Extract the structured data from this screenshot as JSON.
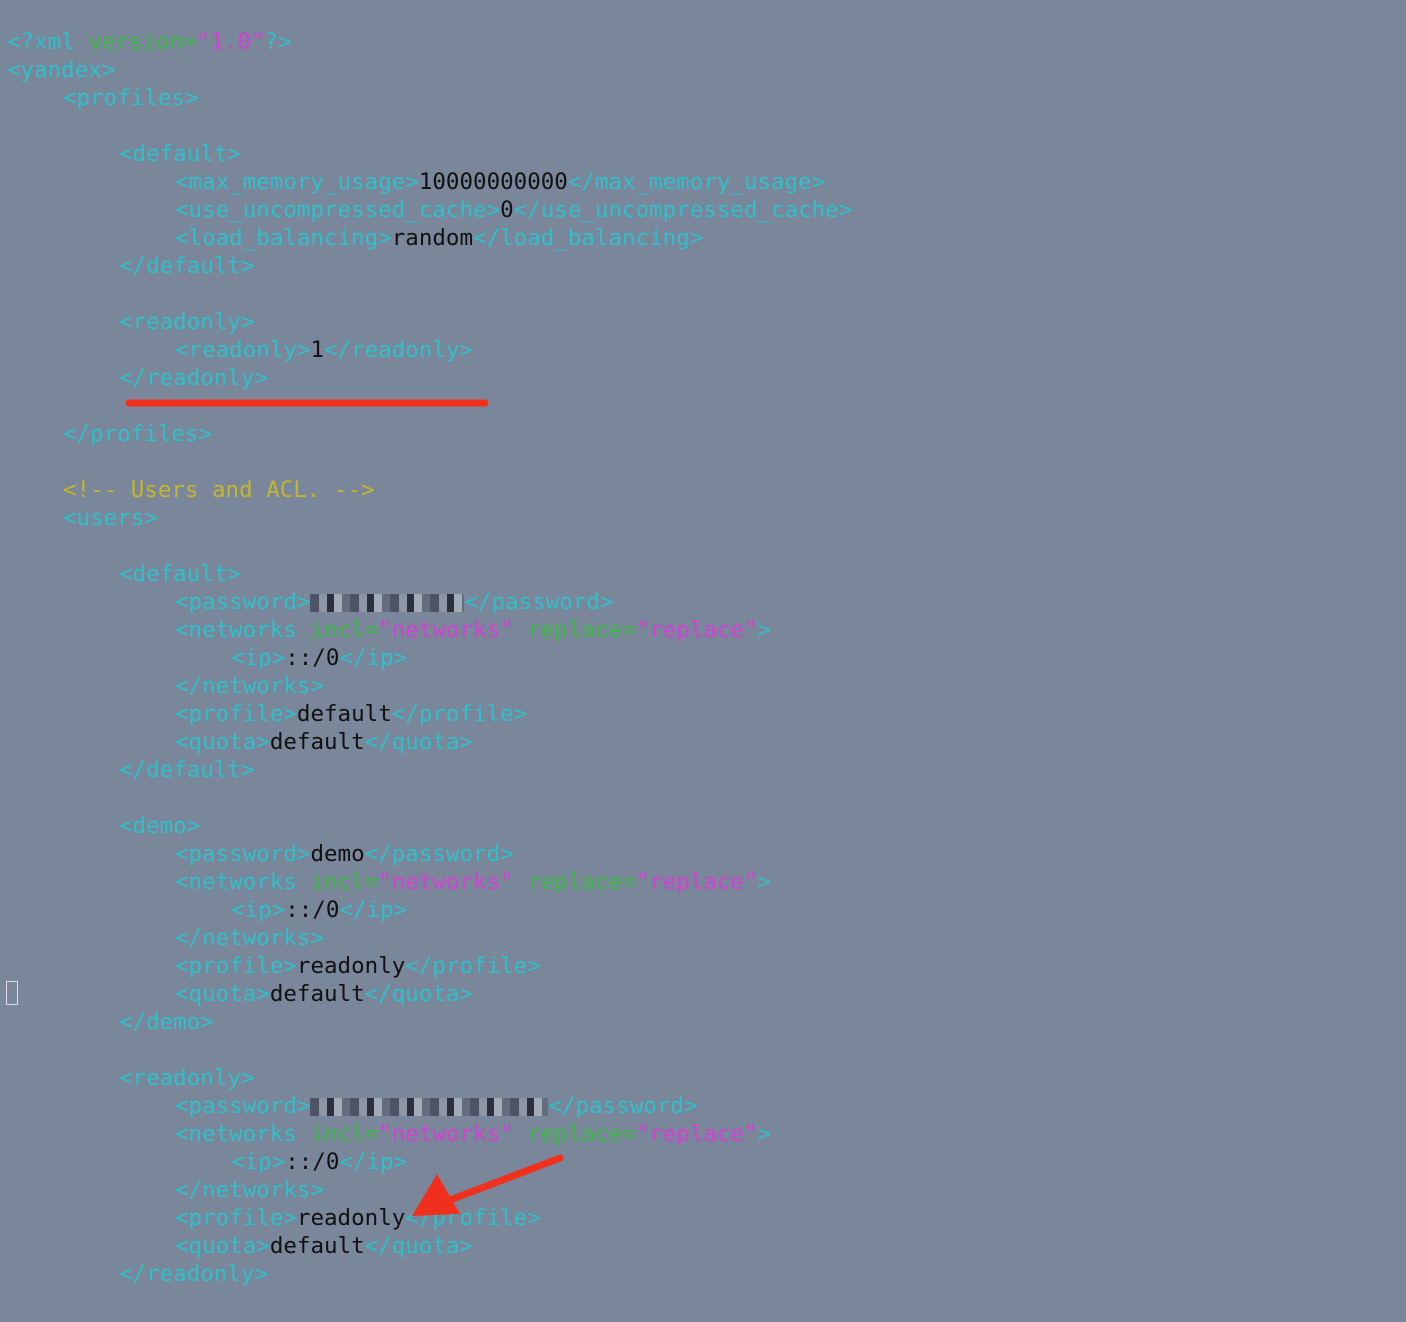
{
  "editor": {
    "lines": [
      {
        "indent": 0,
        "tokens": [
          {
            "k": "tag",
            "t": "<?xml "
          },
          {
            "k": "attr",
            "t": "version="
          },
          {
            "k": "val",
            "t": "\"1.0\""
          },
          {
            "k": "tag",
            "t": "?>"
          }
        ]
      },
      {
        "indent": 0,
        "tokens": [
          {
            "k": "tag",
            "t": "<yandex>"
          }
        ]
      },
      {
        "indent": 4,
        "tokens": [
          {
            "k": "tag",
            "t": "<profiles>"
          }
        ]
      },
      {
        "indent": 0,
        "tokens": []
      },
      {
        "indent": 8,
        "tokens": [
          {
            "k": "tag",
            "t": "<default>"
          }
        ]
      },
      {
        "indent": 12,
        "tokens": [
          {
            "k": "tag",
            "t": "<max_memory_usage>"
          },
          {
            "k": "txt",
            "t": "10000000000"
          },
          {
            "k": "tag",
            "t": "</max_memory_usage>"
          }
        ]
      },
      {
        "indent": 12,
        "tokens": [
          {
            "k": "tag",
            "t": "<use_uncompressed_cache>"
          },
          {
            "k": "txt",
            "t": "0"
          },
          {
            "k": "tag",
            "t": "</use_uncompressed_cache>"
          }
        ]
      },
      {
        "indent": 12,
        "tokens": [
          {
            "k": "tag",
            "t": "<load_balancing>"
          },
          {
            "k": "txt",
            "t": "random"
          },
          {
            "k": "tag",
            "t": "</load_balancing>"
          }
        ]
      },
      {
        "indent": 8,
        "tokens": [
          {
            "k": "tag",
            "t": "</default>"
          }
        ]
      },
      {
        "indent": 0,
        "tokens": []
      },
      {
        "indent": 8,
        "tokens": [
          {
            "k": "tag",
            "t": "<readonly>"
          }
        ]
      },
      {
        "indent": 12,
        "tokens": [
          {
            "k": "tag",
            "t": "<readonly>"
          },
          {
            "k": "txt",
            "t": "1"
          },
          {
            "k": "tag",
            "t": "</readonly>"
          }
        ]
      },
      {
        "indent": 8,
        "tokens": [
          {
            "k": "tag",
            "t": "</readonly>"
          }
        ]
      },
      {
        "indent": 0,
        "tokens": []
      },
      {
        "indent": 4,
        "tokens": [
          {
            "k": "tag",
            "t": "</profiles>"
          }
        ]
      },
      {
        "indent": 0,
        "tokens": []
      },
      {
        "indent": 4,
        "tokens": [
          {
            "k": "cmt",
            "t": "<!-- Users and ACL. -->"
          }
        ]
      },
      {
        "indent": 4,
        "tokens": [
          {
            "k": "tag",
            "t": "<users>"
          }
        ]
      },
      {
        "indent": 0,
        "tokens": []
      },
      {
        "indent": 8,
        "tokens": [
          {
            "k": "tag",
            "t": "<default>"
          }
        ]
      },
      {
        "indent": 12,
        "tokens": [
          {
            "k": "tag",
            "t": "<password>"
          },
          {
            "k": "redacted",
            "n": 11
          },
          {
            "k": "tag",
            "t": "</password>"
          }
        ]
      },
      {
        "indent": 12,
        "tokens": [
          {
            "k": "tag",
            "t": "<networks "
          },
          {
            "k": "attr",
            "t": "incl="
          },
          {
            "k": "val",
            "t": "\"networks\""
          },
          {
            "k": "tag",
            "t": " "
          },
          {
            "k": "attr",
            "t": "replace="
          },
          {
            "k": "val",
            "t": "\"replace\""
          },
          {
            "k": "tag",
            "t": ">"
          }
        ]
      },
      {
        "indent": 16,
        "tokens": [
          {
            "k": "tag",
            "t": "<ip>"
          },
          {
            "k": "txt",
            "t": "::/0"
          },
          {
            "k": "tag",
            "t": "</ip>"
          }
        ]
      },
      {
        "indent": 12,
        "tokens": [
          {
            "k": "tag",
            "t": "</networks>"
          }
        ]
      },
      {
        "indent": 12,
        "tokens": [
          {
            "k": "tag",
            "t": "<profile>"
          },
          {
            "k": "txt",
            "t": "default"
          },
          {
            "k": "tag",
            "t": "</profile>"
          }
        ]
      },
      {
        "indent": 12,
        "tokens": [
          {
            "k": "tag",
            "t": "<quota>"
          },
          {
            "k": "txt",
            "t": "default"
          },
          {
            "k": "tag",
            "t": "</quota>"
          }
        ]
      },
      {
        "indent": 8,
        "tokens": [
          {
            "k": "tag",
            "t": "</default>"
          }
        ]
      },
      {
        "indent": 0,
        "tokens": []
      },
      {
        "indent": 8,
        "tokens": [
          {
            "k": "tag",
            "t": "<demo>"
          }
        ]
      },
      {
        "indent": 12,
        "tokens": [
          {
            "k": "tag",
            "t": "<password>"
          },
          {
            "k": "txt",
            "t": "demo"
          },
          {
            "k": "tag",
            "t": "</password>"
          }
        ]
      },
      {
        "indent": 12,
        "tokens": [
          {
            "k": "tag",
            "t": "<networks "
          },
          {
            "k": "attr",
            "t": "incl="
          },
          {
            "k": "val",
            "t": "\"networks\""
          },
          {
            "k": "tag",
            "t": " "
          },
          {
            "k": "attr",
            "t": "replace="
          },
          {
            "k": "val",
            "t": "\"replace\""
          },
          {
            "k": "tag",
            "t": ">"
          }
        ]
      },
      {
        "indent": 16,
        "tokens": [
          {
            "k": "tag",
            "t": "<ip>"
          },
          {
            "k": "txt",
            "t": "::/0"
          },
          {
            "k": "tag",
            "t": "</ip>"
          }
        ]
      },
      {
        "indent": 12,
        "tokens": [
          {
            "k": "tag",
            "t": "</networks>"
          }
        ]
      },
      {
        "indent": 12,
        "tokens": [
          {
            "k": "tag",
            "t": "<profile>"
          },
          {
            "k": "txt",
            "t": "readonly"
          },
          {
            "k": "tag",
            "t": "</profile>"
          }
        ]
      },
      {
        "indent": 12,
        "tokens": [
          {
            "k": "tag",
            "t": "<quota>"
          },
          {
            "k": "txt",
            "t": "default"
          },
          {
            "k": "tag",
            "t": "</quota>"
          }
        ]
      },
      {
        "indent": 8,
        "tokens": [
          {
            "k": "tag",
            "t": "</demo>"
          }
        ]
      },
      {
        "indent": 0,
        "tokens": []
      },
      {
        "indent": 8,
        "tokens": [
          {
            "k": "tag",
            "t": "<readonly>"
          }
        ]
      },
      {
        "indent": 12,
        "tokens": [
          {
            "k": "tag",
            "t": "<password>"
          },
          {
            "k": "redacted",
            "n": 17
          },
          {
            "k": "tag",
            "t": "</password>"
          }
        ]
      },
      {
        "indent": 12,
        "tokens": [
          {
            "k": "tag",
            "t": "<networks "
          },
          {
            "k": "attr",
            "t": "incl="
          },
          {
            "k": "val",
            "t": "\"networks\""
          },
          {
            "k": "tag",
            "t": " "
          },
          {
            "k": "attr",
            "t": "replace="
          },
          {
            "k": "val",
            "t": "\"replace\""
          },
          {
            "k": "tag",
            "t": ">"
          }
        ]
      },
      {
        "indent": 16,
        "tokens": [
          {
            "k": "tag",
            "t": "<ip>"
          },
          {
            "k": "txt",
            "t": "::/0"
          },
          {
            "k": "tag",
            "t": "</ip>"
          }
        ]
      },
      {
        "indent": 12,
        "tokens": [
          {
            "k": "tag",
            "t": "</networks>"
          }
        ]
      },
      {
        "indent": 12,
        "tokens": [
          {
            "k": "tag",
            "t": "<profile>"
          },
          {
            "k": "txt",
            "t": "readonly"
          },
          {
            "k": "tag",
            "t": "</profile>"
          }
        ]
      },
      {
        "indent": 12,
        "tokens": [
          {
            "k": "tag",
            "t": "<quota>"
          },
          {
            "k": "txt",
            "t": "default"
          },
          {
            "k": "tag",
            "t": "</quota>"
          }
        ]
      },
      {
        "indent": 8,
        "tokens": [
          {
            "k": "tag",
            "t": "</readonly>"
          }
        ]
      }
    ]
  },
  "annotations": {
    "color": "#f0301c",
    "underline_icon": "red-underline-mark",
    "arrow_icon": "red-arrow-icon"
  },
  "colors": {
    "background": "#7a8699",
    "tag": "#2fc0cc",
    "attribute": "#3fb84a",
    "attribute_value": "#d43fd6",
    "text": "#111111",
    "comment": "#c4b62c"
  }
}
